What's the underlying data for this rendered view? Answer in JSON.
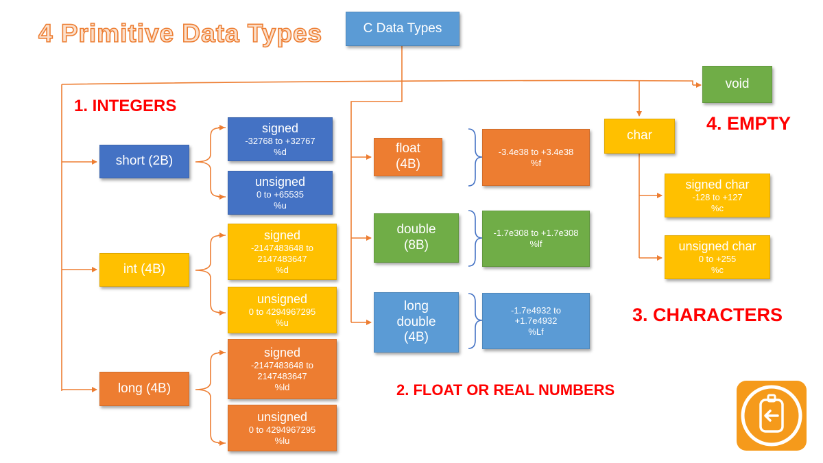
{
  "title": "4 Primitive Data Types",
  "root": "C Data Types",
  "headings": {
    "integers": "1. INTEGERS",
    "floats": "2. FLOAT OR REAL NUMBERS",
    "characters": "3. CHARACTERS",
    "empty": "4. EMPTY"
  },
  "integers": {
    "short": {
      "label": "short (2B)",
      "signed": {
        "name": "signed",
        "range": "-32768 to +32767",
        "format": "%d"
      },
      "unsigned": {
        "name": "unsigned",
        "range": "0 to +65535",
        "format": "%u"
      }
    },
    "int": {
      "label": "int (4B)",
      "signed": {
        "name": "signed",
        "range": "-2147483648 to 2147483647",
        "format": "%d"
      },
      "unsigned": {
        "name": "unsigned",
        "range": "0 to 4294967295",
        "format": "%u"
      }
    },
    "long": {
      "label": "long (4B)",
      "signed": {
        "name": "signed",
        "range": "-2147483648 to 2147483647",
        "format": "%ld"
      },
      "unsigned": {
        "name": "unsigned",
        "range": "0 to 4294967295",
        "format": "%lu"
      }
    }
  },
  "floats": {
    "float": {
      "label": "float (4B)",
      "range": "-3.4e38 to +3.4e38",
      "format": "%f"
    },
    "double": {
      "label": "double (8B)",
      "range": "-1.7e308 to +1.7e308",
      "format": "%lf"
    },
    "long_double": {
      "label": "long double (4B)",
      "range": "-1.7e4932 to +1.7e4932",
      "format": "%Lf"
    }
  },
  "characters": {
    "char": "char",
    "signed_char": {
      "name": "signed char",
      "range": "-128 to +127",
      "format": "%c"
    },
    "unsigned_char": {
      "name": "unsigned char",
      "range": "0 to +255",
      "format": "%c"
    }
  },
  "empty": {
    "void": "void"
  },
  "colors": {
    "blue": "#4472c4",
    "yellow": "#ffc000",
    "orange": "#ed7d31",
    "green": "#70ad47",
    "light_blue": "#5b9bd5",
    "heading_red": "#ff0000",
    "logo": "#f59a1b"
  },
  "icons": {
    "logo": "clipboard-back-arrow-icon"
  }
}
